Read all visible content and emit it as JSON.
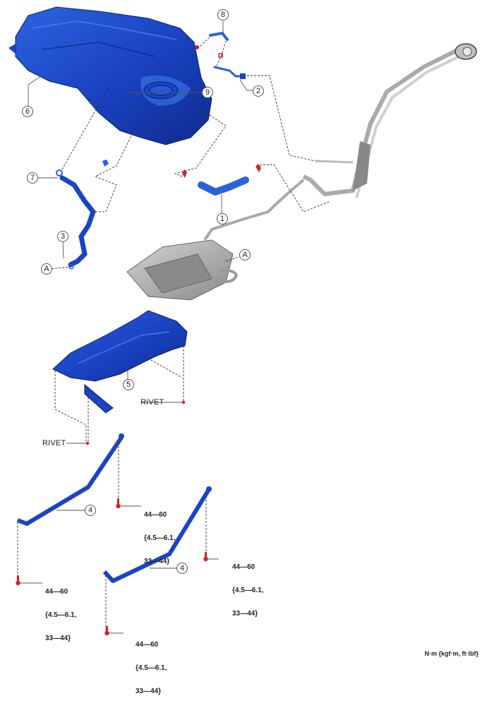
{
  "diagram": {
    "type": "exploded-parts-view",
    "subject": "fuel tank assembly",
    "callouts": [
      {
        "id": "1",
        "part": "hose"
      },
      {
        "id": "2",
        "part": "hose"
      },
      {
        "id": "3",
        "part": "hose"
      },
      {
        "id": "4",
        "part": "fuel tank band"
      },
      {
        "id": "5",
        "part": "insulator"
      },
      {
        "id": "6",
        "part": "fuel tank"
      },
      {
        "id": "7",
        "part": "hose"
      },
      {
        "id": "8",
        "part": "hose"
      },
      {
        "id": "9",
        "part": "fuel pump unit"
      }
    ],
    "reference_marks": [
      "A",
      "A"
    ],
    "rivet_label": "RIVET",
    "torque_spec": {
      "line1": "44—60",
      "line2": "{4.5—6.1,",
      "line3": "33—44}"
    },
    "unit_note": "N·m {kgf·m, ft·lbf}",
    "colors": {
      "part_blue": "#1a3fb8",
      "part_blue_highlight": "#3d7ff0",
      "part_grey": "#9a9a9a",
      "fastener_red": "#d8202a",
      "leader_line": "#555555"
    }
  }
}
